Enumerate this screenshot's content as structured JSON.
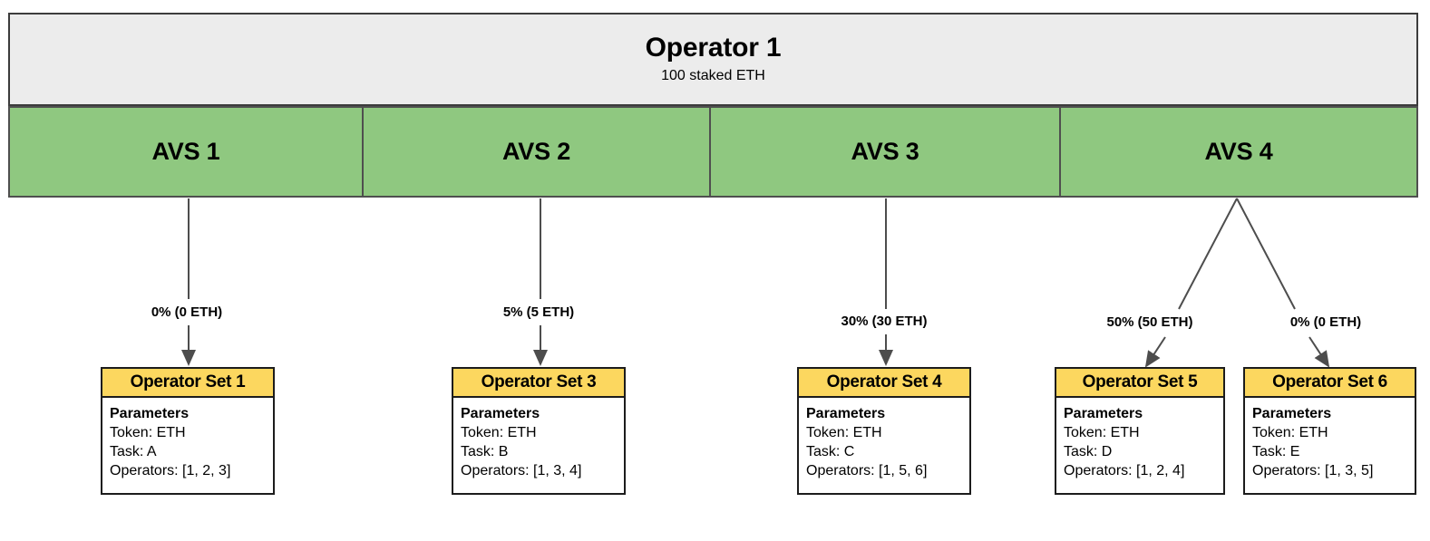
{
  "operator": {
    "title": "Operator 1",
    "subtitle": "100 staked ETH"
  },
  "avs": [
    {
      "label": "AVS 1"
    },
    {
      "label": "AVS 2"
    },
    {
      "label": "AVS 3"
    },
    {
      "label": "AVS 4"
    }
  ],
  "operator_sets": [
    {
      "header": "Operator Set 1",
      "param_title": "Parameters",
      "token": "Token: ETH",
      "task": "Task: A",
      "operators": "Operators: [1, 2, 3]"
    },
    {
      "header": "Operator Set 3",
      "param_title": "Parameters",
      "token": "Token: ETH",
      "task": "Task: B",
      "operators": "Operators: [1, 3, 4]"
    },
    {
      "header": "Operator Set 4",
      "param_title": "Parameters",
      "token": "Token: ETH",
      "task": "Task: C",
      "operators": "Operators: [1, 5, 6]"
    },
    {
      "header": "Operator Set 5",
      "param_title": "Parameters",
      "token": "Token: ETH",
      "task": "Task: D",
      "operators": "Operators: [1, 2, 4]"
    },
    {
      "header": "Operator Set 6",
      "param_title": "Parameters",
      "token": "Token: ETH",
      "task": "Task: E",
      "operators": "Operators: [1, 3, 5]"
    }
  ],
  "edges": [
    {
      "label": "0% (0 ETH)",
      "from": "AVS 1",
      "to": "Operator Set 1"
    },
    {
      "label": "5% (5 ETH)",
      "from": "AVS 2",
      "to": "Operator Set 3"
    },
    {
      "label": "30% (30 ETH)",
      "from": "AVS 3",
      "to": "Operator Set 4"
    },
    {
      "label": "50% (50 ETH)",
      "from": "AVS 4",
      "to": "Operator Set 5"
    },
    {
      "label": "0% (0 ETH)",
      "from": "AVS 4",
      "to": "Operator Set 6"
    }
  ],
  "colors": {
    "operator_bar": "#ececec",
    "avs_green": "#8fc880",
    "opset_yellow": "#fcd75f",
    "border": "#1c1c1c",
    "edge": "#4d4d4d",
    "background": "#ffffff"
  }
}
